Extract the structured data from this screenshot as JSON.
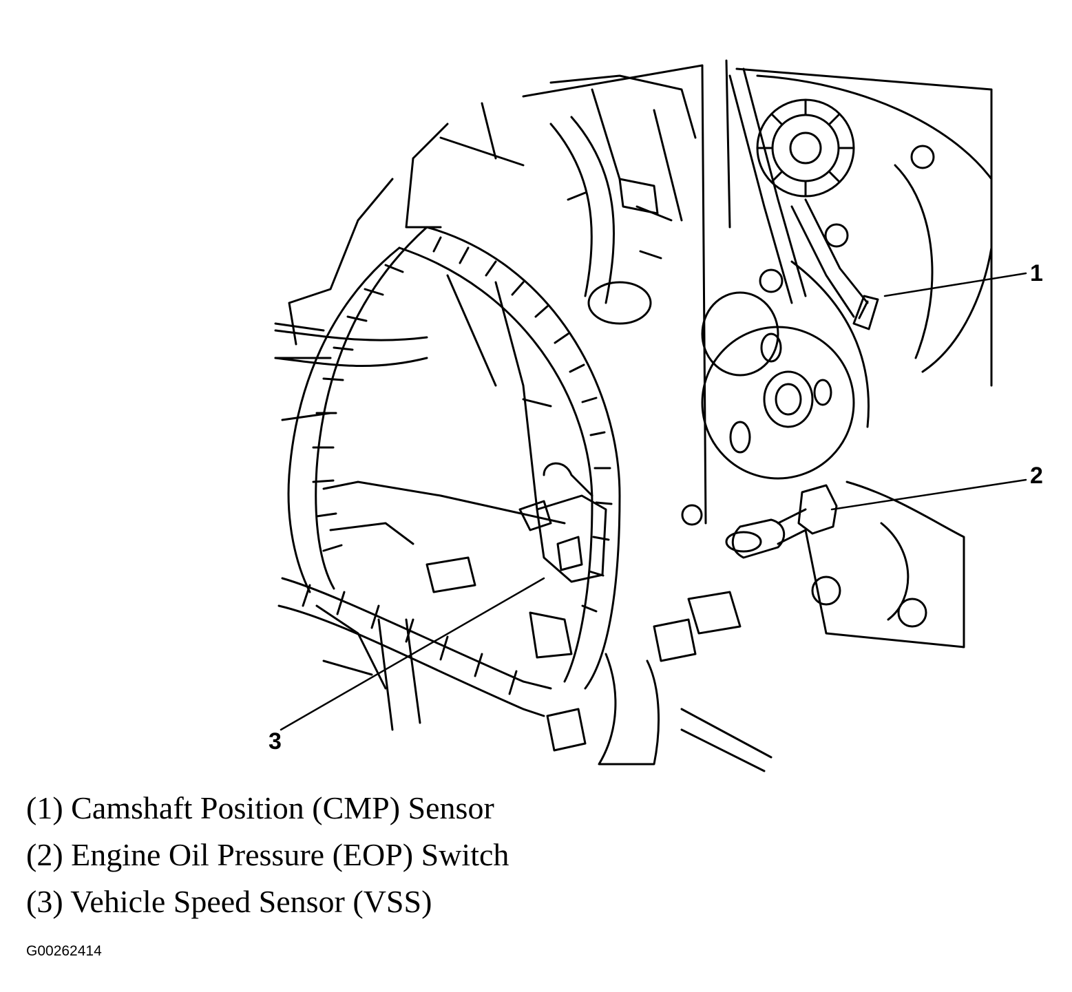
{
  "callouts": {
    "c1": "1",
    "c2": "2",
    "c3": "3"
  },
  "legend": [
    "(1) Camshaft Position (CMP) Sensor",
    "(2) Engine Oil Pressure (EOP) Switch",
    "(3) Vehicle Speed Sensor (VSS)"
  ],
  "figure_id": "G00262414",
  "colors": {
    "ink": "#000000",
    "background": "#ffffff"
  }
}
